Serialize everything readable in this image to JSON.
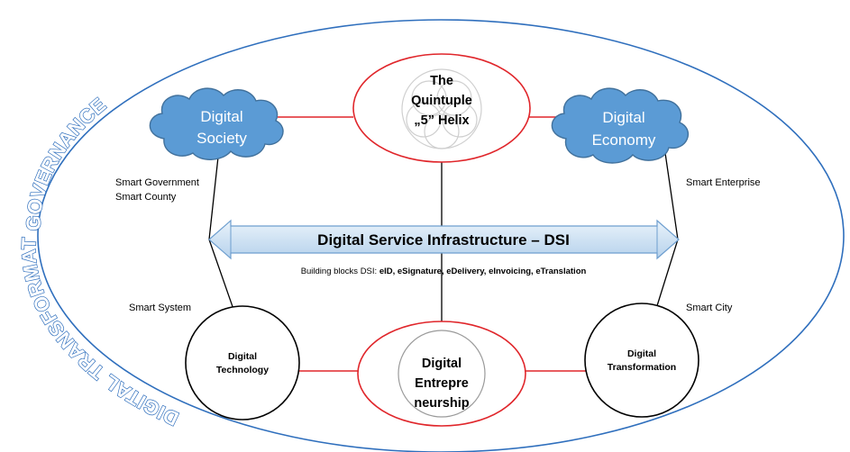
{
  "governance": {
    "arc_text_upper": "GOVERNANCE",
    "arc_text_lower": "DIGITAL TRANSFORMATION"
  },
  "helix": {
    "line1": "The",
    "line2": "Quintuple",
    "line3": "„5” Helix"
  },
  "clouds": {
    "society_line1": "Digital",
    "society_line2": "Society",
    "economy_line1": "Digital",
    "economy_line2": "Economy"
  },
  "labels": {
    "smart_government": "Smart Government",
    "smart_county": "Smart County",
    "smart_enterprise": "Smart Enterprise",
    "smart_system": "Smart System",
    "smart_city": "Smart City"
  },
  "dsi": {
    "title": "Digital Service Infrastructure – DSI",
    "building_prefix": "Building blocks DSI: ",
    "building_items": "eID, eSignature, eDelivery, eInvoicing, eTranslation"
  },
  "circles": {
    "technology_line1": "Digital",
    "technology_line2": "Technology",
    "transformation_line1": "Digital",
    "transformation_line2": "Transformation",
    "entrepreneurship_line1": "Digital",
    "entrepreneurship_line2": "Entrepre",
    "entrepreneurship_line3": "neurship"
  },
  "colors": {
    "outer_ellipse": "#2f6fbd",
    "red_ellipse": "#e0262b",
    "cloud_fill": "#5b9bd5",
    "cloud_stroke": "#41719c",
    "arrow_fill": "#d6e6f5",
    "arrow_stroke": "#6d9ecf"
  }
}
